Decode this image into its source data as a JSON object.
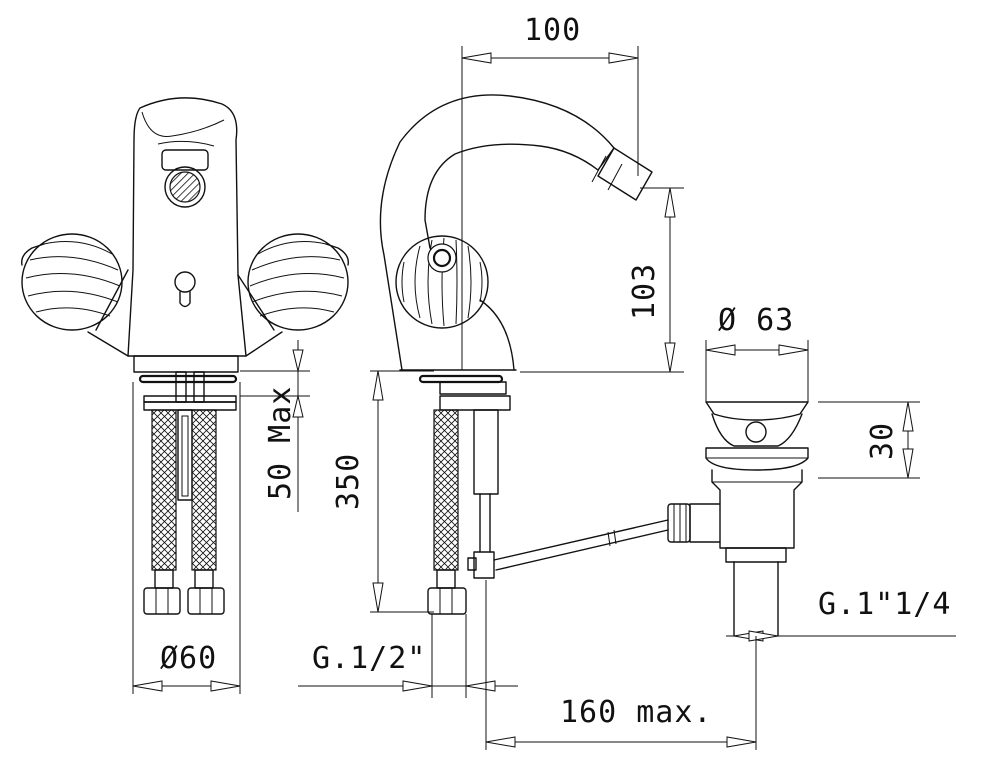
{
  "dimensions": {
    "spout_reach": "100",
    "spout_height": "103",
    "waste_diameter": "Ø 63",
    "waste_height": "30",
    "deck_max": "50 Max",
    "hose_length": "350",
    "base_diameter": "Ø60",
    "inlet_thread": "G.1/2\"",
    "waste_thread": "G.1\"1/4",
    "rod_length": "160 max."
  },
  "colors": {
    "line": "#111111",
    "background": "#ffffff"
  }
}
